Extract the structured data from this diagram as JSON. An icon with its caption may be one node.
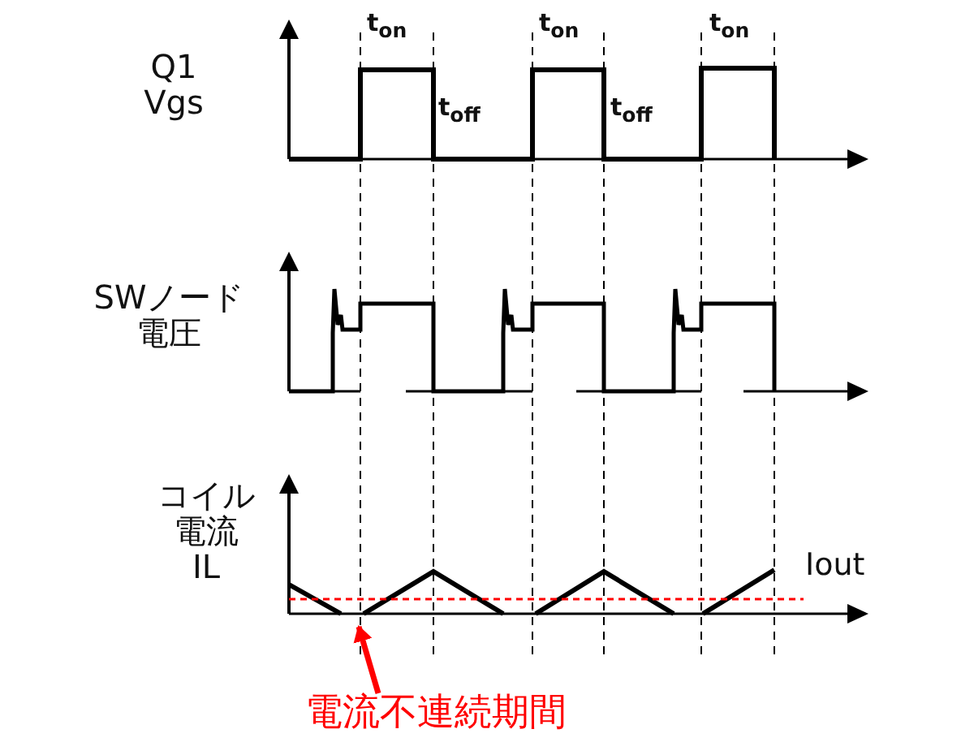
{
  "diagram": {
    "nodes": [
      {
        "text": [],
        "shape": "picture"
      },
      {
        "text": [
          "電流不連続期間"
        ]
      }
    ],
    "edges": [
      {
        "from": 1,
        "to": 0,
        "arrow": "to",
        "color": "#ff0000"
      }
    ],
    "labels": [
      "t$_{on}$",
      "t$_{on}$",
      "t$_{on}$",
      "Q1 Vgs",
      "t$_{off}$",
      "t$_{off}$",
      "SWノード電圧",
      "コイル電流 IL",
      "Iout"
    ]
  }
}
